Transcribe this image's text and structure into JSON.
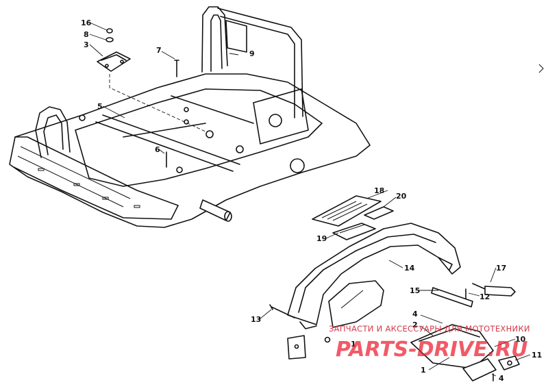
{
  "diagram": {
    "callouts": {
      "c16": "16",
      "c8": "8",
      "c3": "3",
      "c7": "7",
      "c9": "9",
      "c5": "5",
      "c6": "6",
      "c18": "18",
      "c20": "20",
      "c19": "19",
      "c14": "14",
      "c17": "17",
      "c15": "15",
      "c12": "12",
      "c13": "13",
      "c4a": "4",
      "c2": "2",
      "c10": "10",
      "c11": "11",
      "c1": "1",
      "c4b": "4",
      "c1b": "1"
    }
  },
  "watermark": {
    "tagline": "ЗАПЧАСТИ И АКСЕССУАРЫ ДЛЯ МОТОТЕХНИКИ",
    "brand": "PARTS-DRIVE.RU",
    "brand_color": "#ec1c2d"
  },
  "nav_icon": "chevron-right-icon"
}
